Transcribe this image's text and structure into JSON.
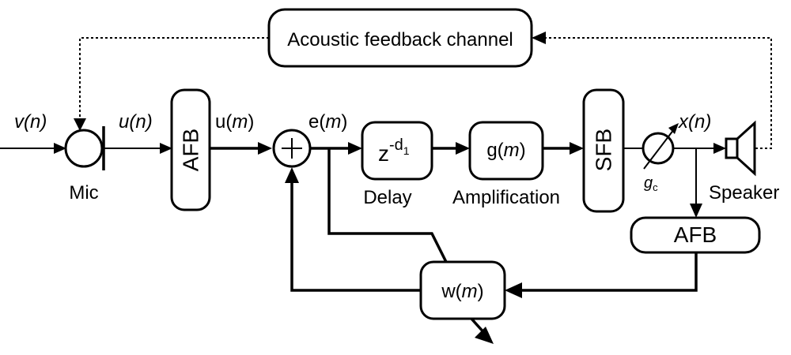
{
  "diagram": {
    "feedback_channel_label": "Acoustic feedback channel",
    "input_signal": {
      "name": "v",
      "arg": "n"
    },
    "mic_output_signal": {
      "name": "u",
      "arg": "n"
    },
    "mic_label": "Mic",
    "afb_analysis_label": "AFB",
    "afb_output_signal": {
      "name": "u",
      "arg": "m"
    },
    "error_signal": {
      "name": "e",
      "arg": "m"
    },
    "delay_symbol": "z",
    "delay_exponent": "-d",
    "delay_exponent_sub": "1",
    "delay_label": "Delay",
    "gain_block": {
      "name": "g",
      "arg": "m"
    },
    "gain_label": "Amplification",
    "sfb_label": "SFB",
    "gain_const": {
      "name": "g",
      "sub": "c"
    },
    "output_signal": {
      "name": "x",
      "arg": "n"
    },
    "speaker_label": "Speaker",
    "afb_feedback_label": "AFB",
    "filter_block": {
      "name": "w",
      "arg": "m"
    }
  }
}
